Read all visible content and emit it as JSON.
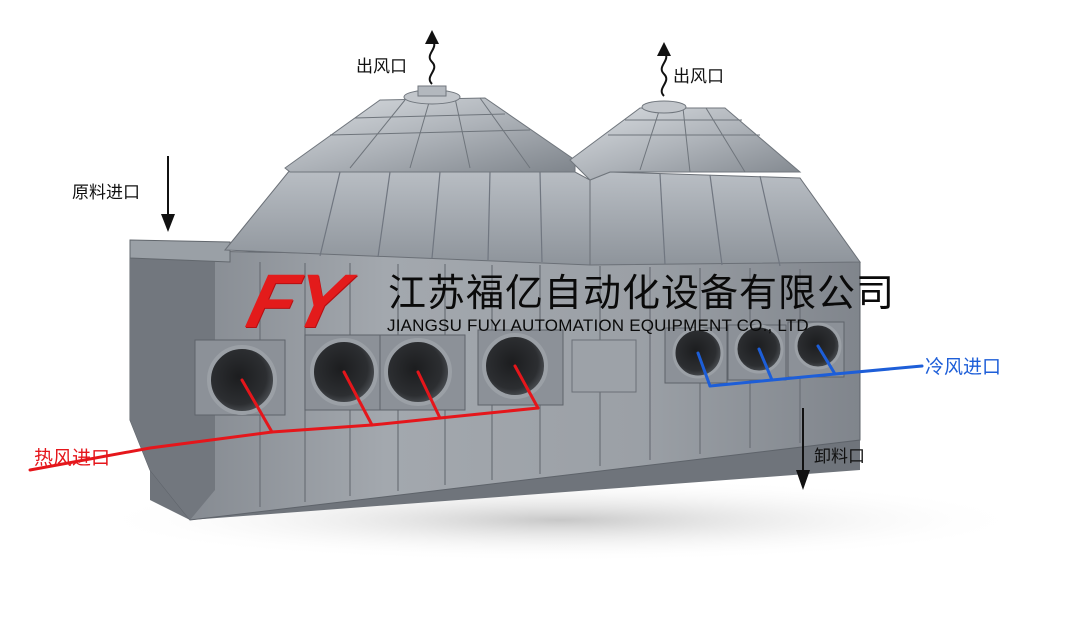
{
  "labels": {
    "outlet_left": "出风口",
    "outlet_right": "出风口",
    "raw_material_inlet": "原料进口",
    "hot_air_inlet": "热风进口",
    "cold_air_inlet": "冷风进口",
    "discharge_outlet": "卸料口"
  },
  "logo": {
    "text": "FY"
  },
  "company": {
    "name_cn": "江苏福亿自动化设备有限公司",
    "name_en": "JIANGSU FUYI AUTOMATION EQUIPMENT CO., LTD"
  },
  "colors": {
    "hot_air": "#e5161b",
    "cold_air": "#1d5ed8",
    "logo": "#e31b1b",
    "machine_body": "#8f959c",
    "arrow": "#111111"
  }
}
